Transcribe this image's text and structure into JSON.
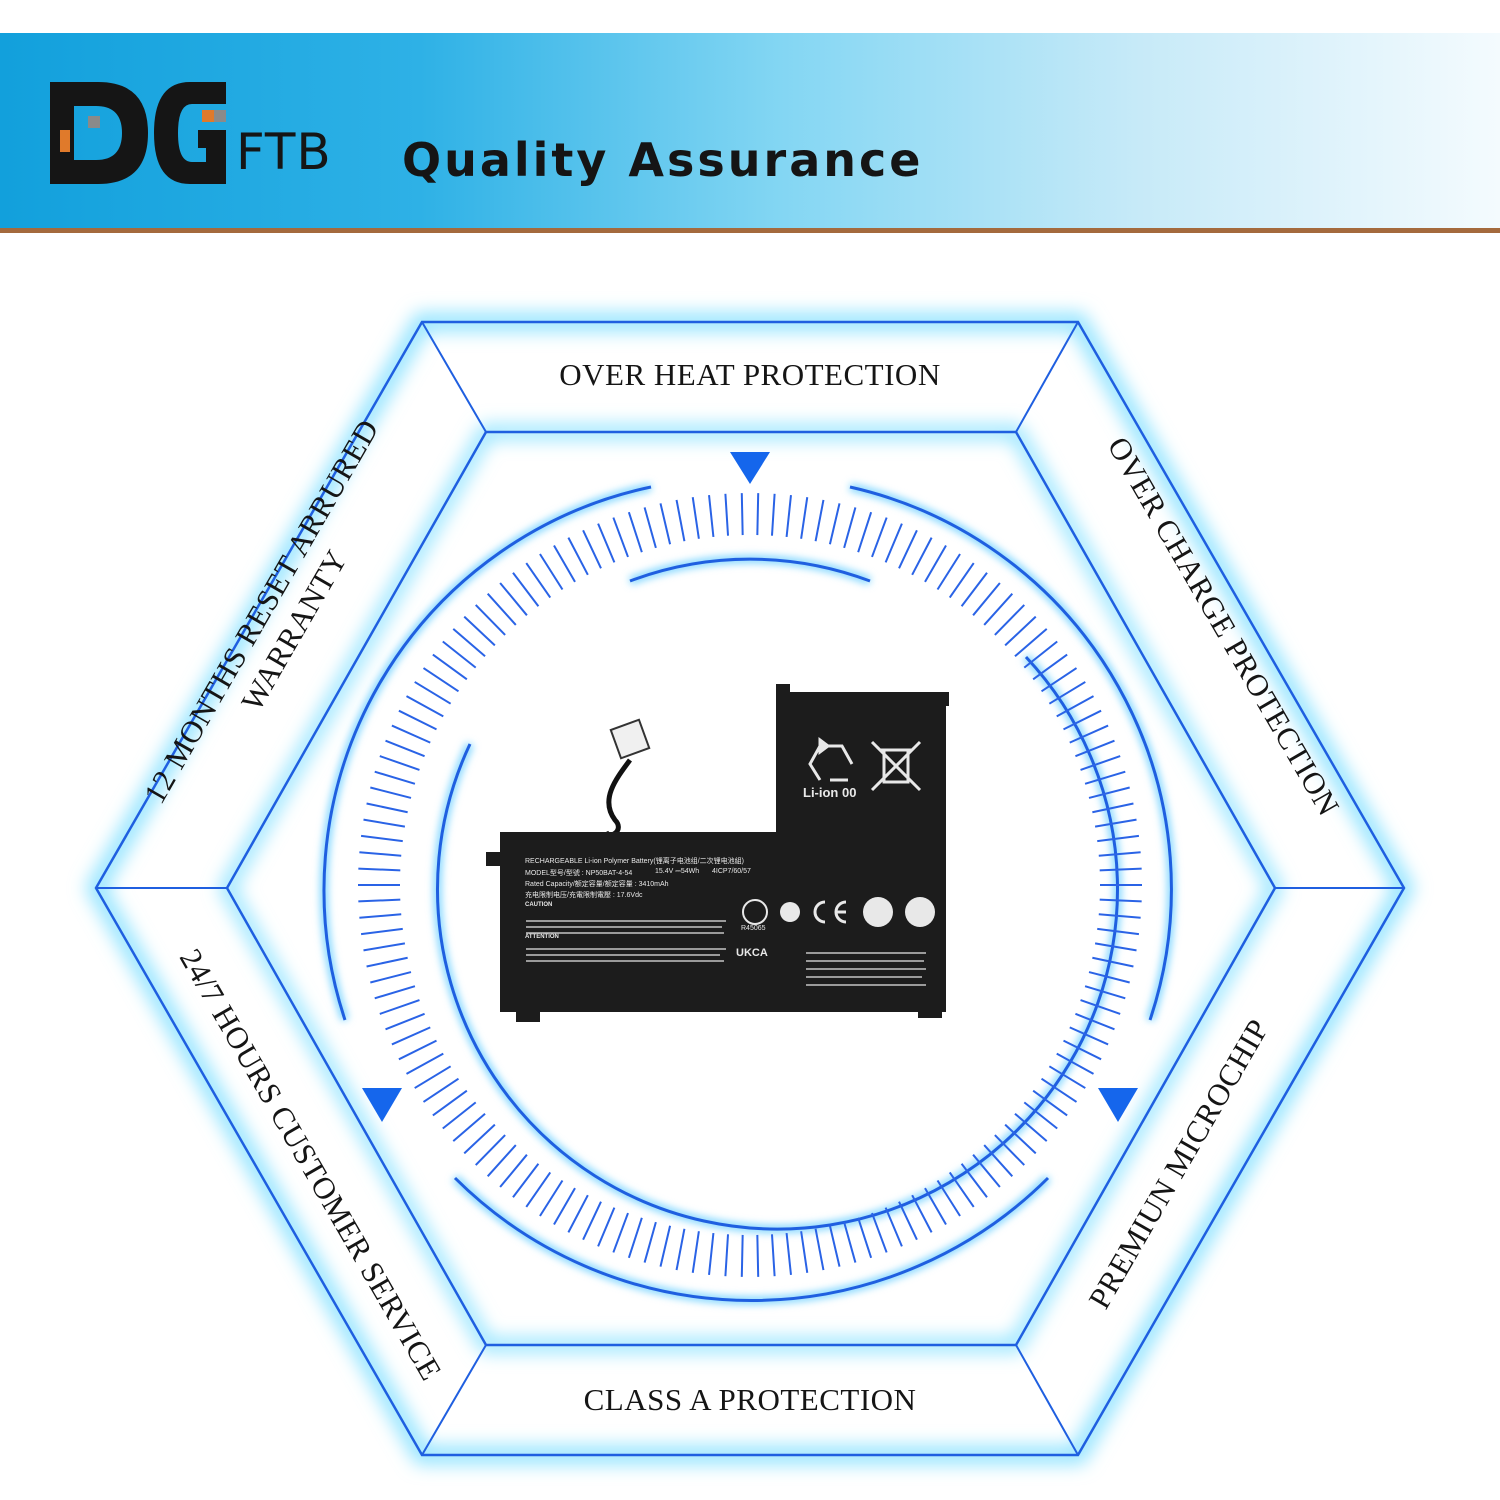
{
  "banner": {
    "logo_letters": "DG",
    "brand_suffix": "FTB",
    "title": "Quality Assurance"
  },
  "features": {
    "top": "OVER HEAT PROTECTION",
    "upper_right": "OVER CHARGE PROTECTION",
    "lower_right": "PREMIUN MICROCHIP",
    "bottom": "CLASS A PROTECTION",
    "lower_left": "24/7 HOURS CUSTOMER SERVICE",
    "upper_left": "12 MONTHS RESET ARRURED WARRANTY"
  },
  "battery": {
    "top_cell_label": "Li-ion 00",
    "line1": "RECHARGEABLE Li-ion Polymer Battery(锂离子电池组/二次锂电池組)",
    "model": "MODEL型号/型號 : NP50BAT-4-54",
    "rating": "15.4V ⎓54Wh",
    "cells": "4ICP7/60/57",
    "capacity": "Rated Capacity/额定容量/额定容量 : 3410mAh",
    "charge_voltage": "充电限制电压/充電限制電壓 : 17.6Vdc",
    "caution_title": "CAUTION",
    "attention_title": "ATTENTION",
    "cert_r": "R45065",
    "cert_ukca": "UKCA"
  },
  "colors": {
    "accent_blue": "#1f5fe0",
    "arrow_blue": "#1566ec",
    "banner_blue": "#12a0dc",
    "battery_black": "#1c1c1c"
  },
  "icons": [
    "recycle-icon",
    "crossed-bin-icon",
    "ce-mark-icon",
    "tuv-icon",
    "triangle-down-icon"
  ]
}
